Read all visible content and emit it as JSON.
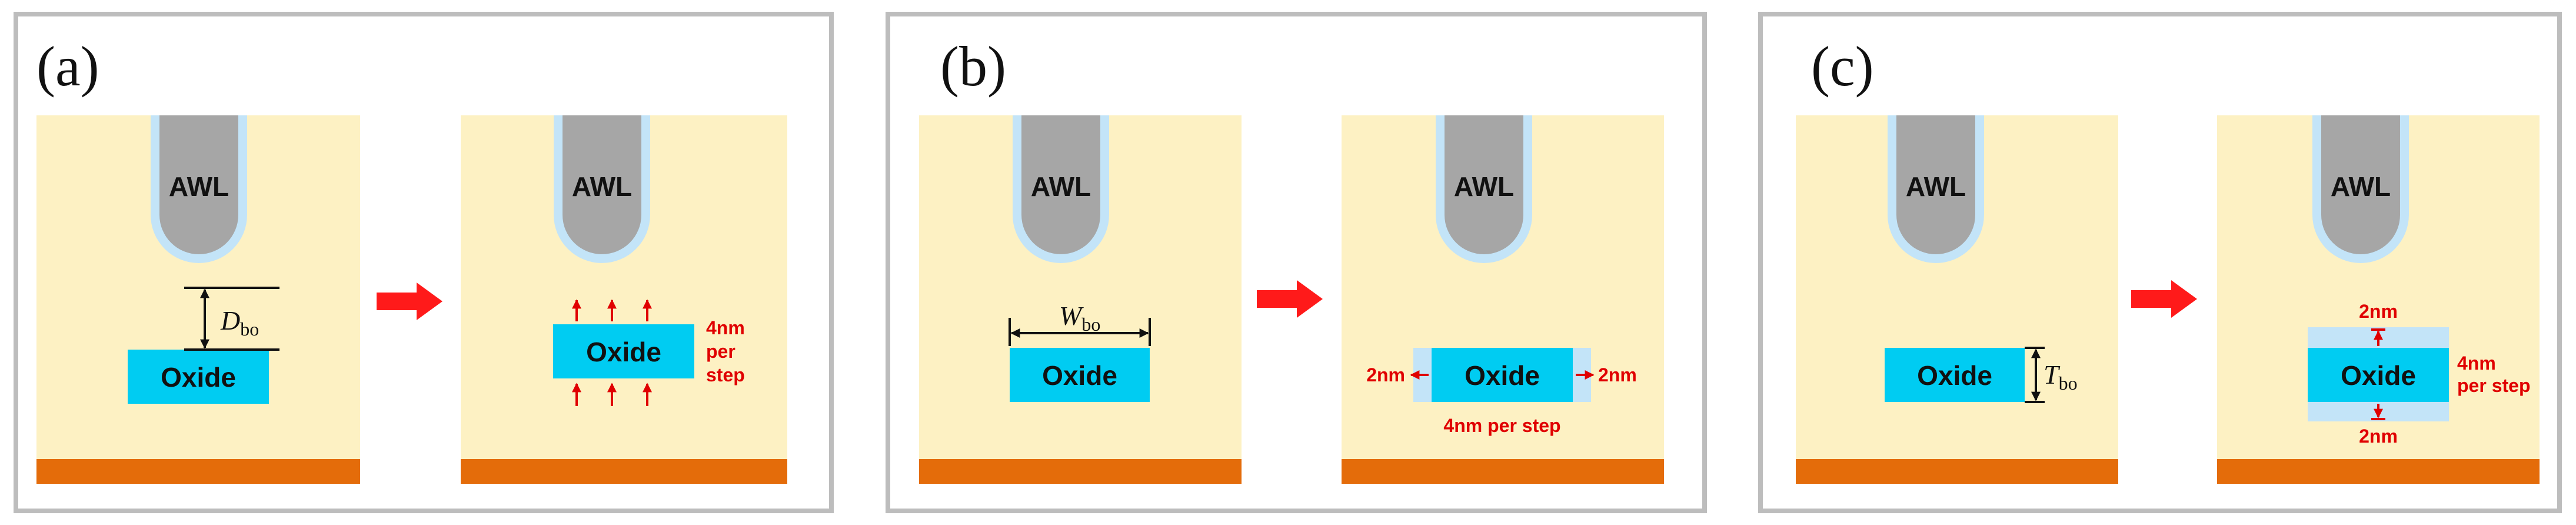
{
  "colors": {
    "panel_border": "#BDBDBD",
    "background": "#FDF1C3",
    "liner": "#C3E4F8",
    "electrode": "#A6A6A6",
    "oxide": "#00CCF2",
    "substrate": "#E46C0A",
    "arrow": "#FF1A1A",
    "annotation": "#E00000",
    "text_dark": "#111111"
  },
  "panels": [
    {
      "label": "(a)",
      "before": {
        "wl_label": "AWL",
        "oxide_label": "Oxide",
        "dim_var": "D",
        "dim_sub": "bo"
      },
      "after": {
        "wl_label": "AWL",
        "oxide_label": "Oxide",
        "step_lines": [
          "4nm",
          "per",
          "step"
        ]
      }
    },
    {
      "label": "(b)",
      "before": {
        "wl_label": "AWL",
        "oxide_label": "Oxide",
        "dim_var": "W",
        "dim_sub": "bo"
      },
      "after": {
        "wl_label": "AWL",
        "oxide_label": "Oxide",
        "left_note": "2nm",
        "right_note": "2nm",
        "step_note": "4nm per step"
      }
    },
    {
      "label": "(c)",
      "before": {
        "wl_label": "AWL",
        "oxide_label": "Oxide",
        "dim_var": "T",
        "dim_sub": "bo"
      },
      "after": {
        "wl_label": "AWL",
        "oxide_label": "Oxide",
        "top_note": "2nm",
        "bottom_note": "2nm",
        "step_lines": [
          "4nm",
          "per step"
        ]
      }
    }
  ]
}
